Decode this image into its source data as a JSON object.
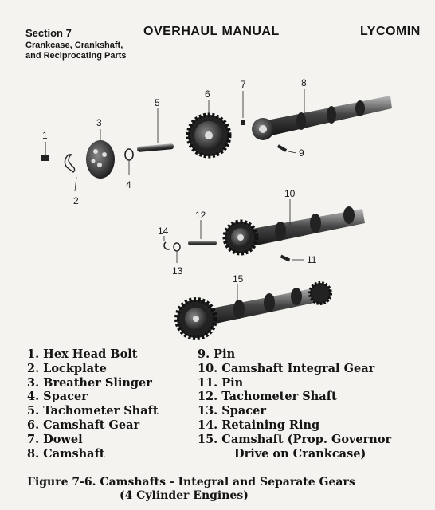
{
  "header": {
    "section": "Section 7",
    "subtitle_line1": "Crankcase, Crankshaft,",
    "subtitle_line2": "and Reciprocating Parts",
    "title": "OVERHAUL MANUAL",
    "brand": "LYCOMIN"
  },
  "callouts": {
    "c1": "1",
    "c2": "2",
    "c3": "3",
    "c4": "4",
    "c5": "5",
    "c6": "6",
    "c7": "7",
    "c8": "8",
    "c9": "9",
    "c10": "10",
    "c11": "11",
    "c12": "12",
    "c13": "13",
    "c14": "14",
    "c15": "15"
  },
  "legend_left": [
    "1. Hex Head Bolt",
    "2. Lockplate",
    "3. Breather Slinger",
    "4. Spacer",
    "5. Tachometer Shaft",
    "6. Camshaft Gear",
    "7. Dowel",
    "8. Camshaft"
  ],
  "legend_right": [
    "9. Pin",
    "10. Camshaft Integral Gear",
    "11. Pin",
    "12. Tachometer Shaft",
    "13. Spacer",
    "14. Retaining Ring",
    "15. Camshaft (Prop. Governor"
  ],
  "legend_right_continuation": "Drive on Crankcase)",
  "caption": {
    "line1": "Figure 7-6.  Camshafts - Integral and Separate Gears",
    "line2": "(4 Cylinder Engines)"
  }
}
